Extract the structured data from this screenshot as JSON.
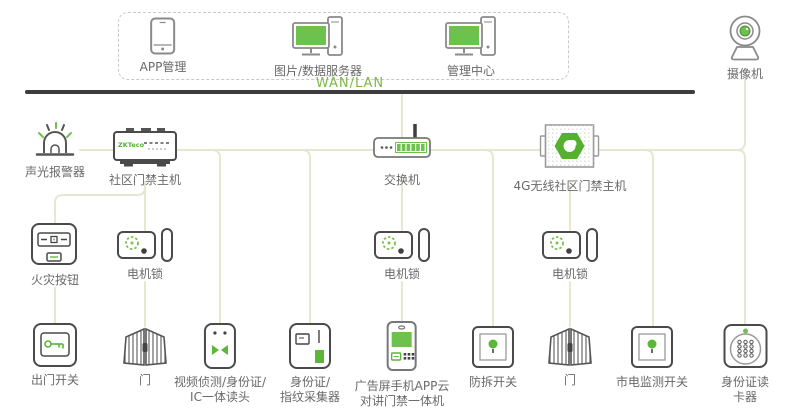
{
  "backbone": {
    "label": "WAN/LAN"
  },
  "colors": {
    "accent_green": "#6cc24d",
    "logo_green": "#55b02e",
    "wire_green": "#e2e9cf",
    "backbone_dark": "#3d3d3d",
    "label_gray": "#696969",
    "wan_label_green": "#7db944"
  },
  "nodes": [
    {
      "id": "app-management",
      "label": "APP管理"
    },
    {
      "id": "image-data-server",
      "label": "图片/数据服务器"
    },
    {
      "id": "management-center",
      "label": "管理中心"
    },
    {
      "id": "camera",
      "label": "摄像机"
    },
    {
      "id": "audible-visual-alarm",
      "label": "声光报警器"
    },
    {
      "id": "community-access-controller",
      "label": "社区门禁主机"
    },
    {
      "id": "network-switch",
      "label": "交换机"
    },
    {
      "id": "wireless-4g-controller",
      "label": "4G无线社区门禁主机"
    },
    {
      "id": "fire-button",
      "label": "火灾按钮"
    },
    {
      "id": "motor-lock-1",
      "label": "电机锁"
    },
    {
      "id": "motor-lock-2",
      "label": "电机锁"
    },
    {
      "id": "motor-lock-3",
      "label": "电机锁"
    },
    {
      "id": "exit-switch",
      "label": "出门开关"
    },
    {
      "id": "door-1",
      "label": "门"
    },
    {
      "id": "video-id-reader",
      "label": "视频侦测/身份证/\nIC一体读头"
    },
    {
      "id": "id-fingerprint-collector",
      "label": "身份证/\n指纹采集器"
    },
    {
      "id": "ad-screen-intercom",
      "label": "广告屏手机APP云\n对讲门禁一体机"
    },
    {
      "id": "tamper-switch",
      "label": "防拆开关"
    },
    {
      "id": "door-2",
      "label": "门"
    },
    {
      "id": "mains-monitor-switch",
      "label": "市电监测开关"
    },
    {
      "id": "id-card-reader",
      "label": "身份证读卡器"
    }
  ],
  "controller_logo_text": "ZKTeco"
}
